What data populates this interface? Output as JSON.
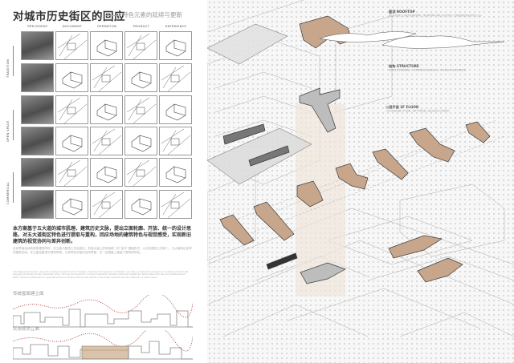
{
  "title": "对城市历史街区的回应",
  "subtitle": "特色元素的延续与更新",
  "columns": [
    "PRECEDENT",
    "DOCUMENT",
    "OPERATION",
    "PRODUCT",
    "EXPERIENCE"
  ],
  "groups": [
    {
      "label": "TRADITION",
      "rows": 2
    },
    {
      "label": "OPEN SPACE",
      "rows": 2
    },
    {
      "label": "COMMERCIAL",
      "rows": 2
    }
  ],
  "intro": "本方案基于五大道的城市肌理、建筑历史文脉，提出立面轮廓、开放、统一的设计思路，对五大道街区特色进行提取与重构，回应场地的建筑特色与视觉感受，实现新旧建筑的视觉协同与差异创新。",
  "cn_body": "沿街界面延续传统肌理的同时，在立面与屋顶上作出回应，形成大量上层采用统一的“金字”屋面形式，以达到视觉上的统一。五大道街区多样的建筑空间，在立面及屋顶中得到再现，以多种形式组织空间界面，在一定程度上保留了原有的特色。",
  "en_body": "The fragmented facade composition along the historic street frontage, resulting from physical constraints over time, prompted the adoption of a unified architectural language including modular materials forms. Through the repetition of modern elements, building scales and heights are harmonised with the surrounding historic fabric, while the alternation of open and enclosed volumes restores the rhythm of the street elevation and the continuity of public space.",
  "elevations": [
    {
      "label": "传统屋面建立面"
    },
    {
      "label": "实测现状立面"
    }
  ],
  "notes": [
    {
      "heading": "屋顶 ROOFTOP",
      "body": "屋顶形式延续五大道街区的坡屋顶特征，通过现代材料与构造方式进行转译，形成连续而富有变化的第五立面。"
    },
    {
      "heading": "结构 STRUCTURE",
      "body": "结构体系采用轻质钢框架，与原有建筑的砖木结构形成对比，同时满足开放空间的使用需求。"
    },
    {
      "heading": "二层平面 2F FLOOR",
      "body": "二层平面通过连廊与平台组织，将各个单体串联，形成立体的公共活动路径。"
    }
  ],
  "colors": {
    "accent": "#c8a68c",
    "ink": "#333333"
  }
}
